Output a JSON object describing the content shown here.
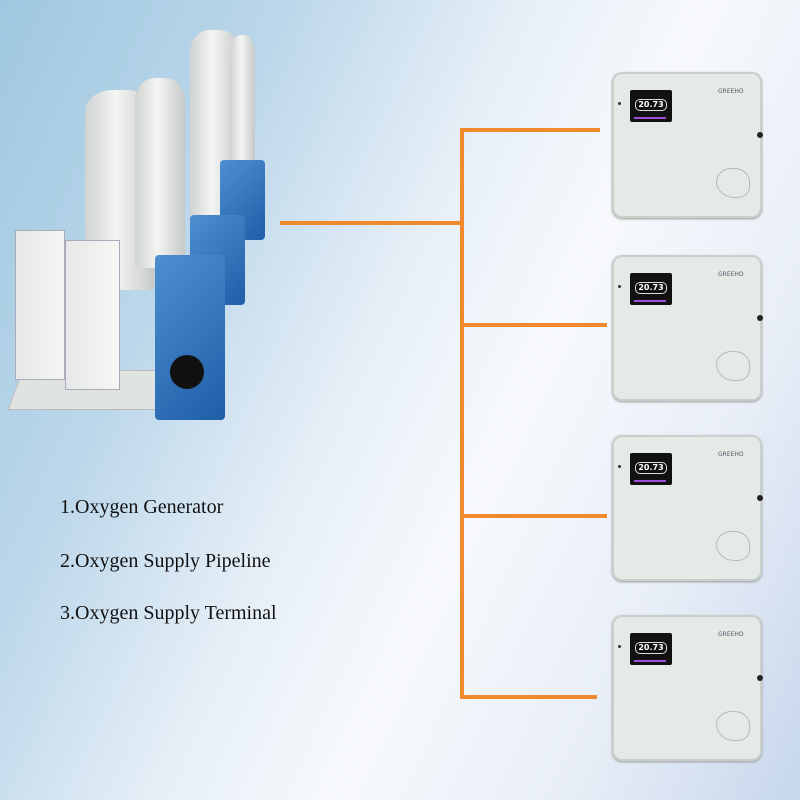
{
  "legend": [
    "1.Oxygen Generator",
    "2.Oxygen Supply Pipeline",
    "3.Oxygen Supply Terminal"
  ],
  "terminals": [
    {
      "reading": "20.73",
      "brand": "GREEHO"
    },
    {
      "reading": "20.73",
      "brand": "GREEHO"
    },
    {
      "reading": "20.73",
      "brand": "GREEHO"
    },
    {
      "reading": "20.73",
      "brand": "GREEHO"
    }
  ],
  "colors": {
    "pipeline": "#f08a2c",
    "generator_blue": "#2a6cb5"
  }
}
